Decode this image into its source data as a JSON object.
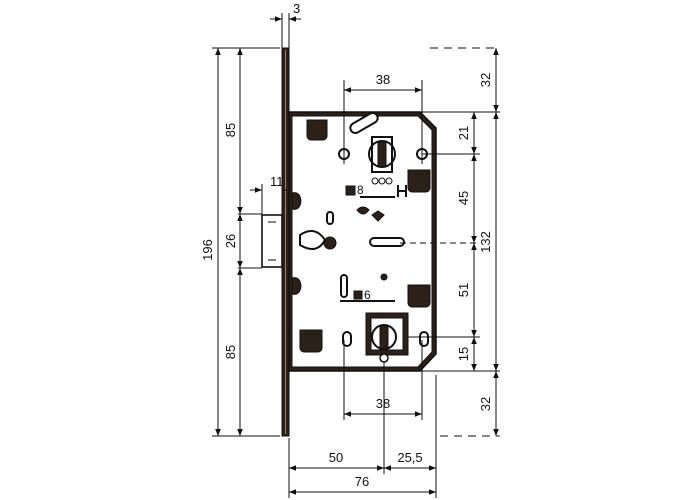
{
  "dimensions": {
    "faceplate_thickness": "3",
    "faceplate_upper": "85",
    "faceplate_lower": "85",
    "faceplate_total": "196",
    "latch_height": "26",
    "latch_projection": "11",
    "top_hole_spacing": "38",
    "bottom_hole_spacing": "38",
    "top_offset": "32",
    "bottom_offset": "32",
    "upper_gap": "21",
    "mid_upper": "45",
    "mid_lower": "51",
    "lower_gap": "15",
    "body_height": "132",
    "backset": "50",
    "backset_remainder": "25,5",
    "body_width": "76"
  },
  "spindle_labels": {
    "upper_spindle": "8",
    "lower_spindle": "6"
  },
  "colors": {
    "body_fill": "#2b2118",
    "line": "#111111",
    "hatch": "#ffffff"
  }
}
